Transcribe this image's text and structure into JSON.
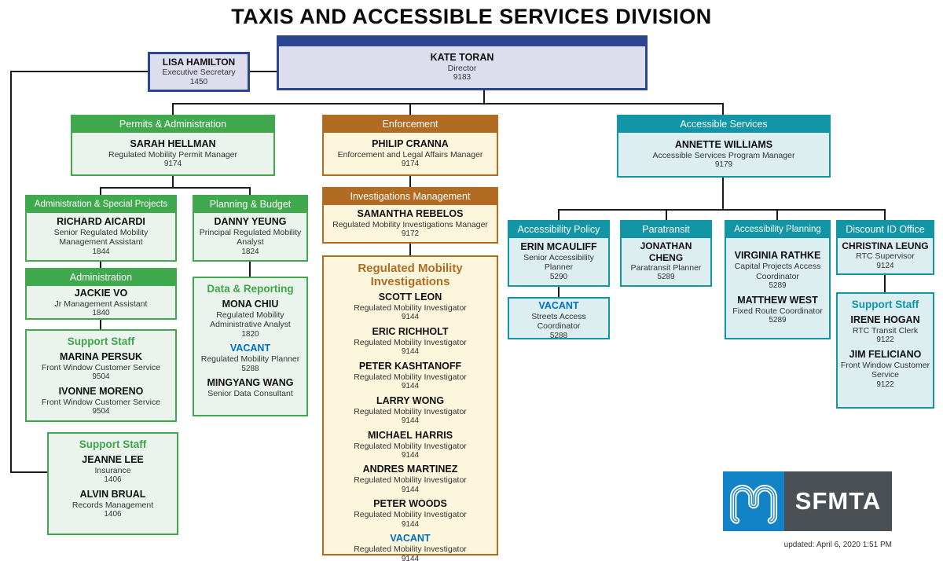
{
  "title": "TAXIS AND ACCESSIBLE SERVICES DIVISION",
  "updated": "updated: April 6, 2020 1:51 PM",
  "logo": {
    "brand": "SFMTA",
    "mark": "muni-m-logo"
  },
  "colors": {
    "navy": "#2B4590",
    "navy_fill": "#DCDEED",
    "green": "#41A94D",
    "green_fill": "#EBF4EC",
    "brown": "#B26B23",
    "brown_fill": "#FCF7DC",
    "teal": "#1295A5",
    "teal_fill": "#DCEEF0",
    "vacant_blue": "#0070C0",
    "logo_blue": "#1283C6",
    "logo_gray": "#4B5055"
  },
  "boxes": {
    "director": {
      "name": "KATE TORAN",
      "role": "Director",
      "ext": "9183"
    },
    "exec_secretary": {
      "name": "LISA HAMILTON",
      "role": "Executive Secretary",
      "ext": "1450"
    },
    "permits": {
      "header": "Permits & Administration",
      "name": "SARAH HELLMAN",
      "role": "Regulated Mobility Permit Manager",
      "ext": "9174"
    },
    "enforcement": {
      "header": "Enforcement",
      "name": "PHILIP CRANNA",
      "role": "Enforcement and Legal Affairs Manager",
      "ext": "9174"
    },
    "accessible_services": {
      "header": "Accessible Services",
      "name": "ANNETTE WILLIAMS",
      "role": "Accessible Services Program Manager",
      "ext": "9179"
    },
    "admin_special": {
      "header": "Administration & Special Projects",
      "name": "RICHARD AICARDI",
      "role": "Senior Regulated Mobility Management Assistant",
      "ext": "1844"
    },
    "planning_budget": {
      "header": "Planning & Budget",
      "name": "DANNY YEUNG",
      "role": "Principal Regulated Mobility Analyst",
      "ext": "1824"
    },
    "administration": {
      "header": "Administration",
      "name": "JACKIE VO",
      "role": "Jr Management Assistant",
      "ext": "1840"
    },
    "support_staff_admin": {
      "title": "Support Staff",
      "people": [
        {
          "name": "MARINA PERSUK",
          "role": "Front Window Customer Service",
          "ext": "9504"
        },
        {
          "name": "IVONNE MORENO",
          "role": "Front Window Customer Service",
          "ext": "9504"
        }
      ]
    },
    "data_reporting": {
      "title": "Data & Reporting",
      "people": [
        {
          "name": "MONA CHIU",
          "role": "Regulated Mobility Administrative Analyst",
          "ext": "1820"
        },
        {
          "name": "VACANT",
          "role": "Regulated Mobility  Planner",
          "ext": "5288"
        },
        {
          "name": "MINGYANG WANG",
          "role": "Senior Data Consultant",
          "ext": ""
        }
      ]
    },
    "support_staff_left": {
      "title": "Support Staff",
      "people": [
        {
          "name": "JEANNE LEE",
          "role": "Insurance",
          "ext": "1406"
        },
        {
          "name": "ALVIN BRUAL",
          "role": "Records Management",
          "ext": "1406"
        }
      ]
    },
    "investigations_mgmt": {
      "header": "Investigations Management",
      "name": "SAMANTHA REBELOS",
      "role": "Regulated Mobility Investigations Manager",
      "ext": "9172"
    },
    "investigations": {
      "title": "Regulated Mobility Investigations",
      "people": [
        {
          "name": "SCOTT LEON",
          "role": "Regulated Mobility Investigator",
          "ext": "9144"
        },
        {
          "name": "ERIC RICHHOLT",
          "role": "Regulated Mobility Investigator",
          "ext": "9144"
        },
        {
          "name": "PETER KASHTANOFF",
          "role": "Regulated Mobility Investigator",
          "ext": "9144"
        },
        {
          "name": "LARRY WONG",
          "role": "Regulated Mobility Investigator",
          "ext": "9144"
        },
        {
          "name": "MICHAEL HARRIS",
          "role": "Regulated Mobility Investigator",
          "ext": "9144"
        },
        {
          "name": "ANDRES MARTINEZ",
          "role": "Regulated Mobility Investigator",
          "ext": "9144"
        },
        {
          "name": "PETER WOODS",
          "role": "Regulated Mobility Investigator",
          "ext": "9144"
        },
        {
          "name": "VACANT",
          "role": "Regulated Mobility Investigator",
          "ext": "9144"
        }
      ]
    },
    "accessibility_policy": {
      "header": "Accessibility Policy",
      "name": "ERIN MCAULIFF",
      "role": "Senior Accessibility Planner",
      "ext": "5290"
    },
    "streets_access_vacant": {
      "name": "VACANT",
      "role": "Streets Access Coordinator",
      "ext": "5288"
    },
    "paratransit": {
      "header": "Paratransit",
      "name": "JONATHAN CHENG",
      "role": "Paratransit Planner",
      "ext": "5289"
    },
    "accessibility_planning": {
      "header": "Accessibility Planning",
      "people": [
        {
          "name": "VIRGINIA RATHKE",
          "role": "Capital Projects Access Coordinator",
          "ext": "5289"
        },
        {
          "name": "MATTHEW WEST",
          "role": "Fixed Route Coordinator",
          "ext": "5289"
        }
      ]
    },
    "discount_id": {
      "header": "Discount ID Office",
      "name": "CHRISTINA LEUNG",
      "role": "RTC Supervisor",
      "ext": "9124"
    },
    "support_staff_rtc": {
      "title": "Support Staff",
      "people": [
        {
          "name": "IRENE HOGAN",
          "role": "RTC Transit Clerk",
          "ext": "9122"
        },
        {
          "name": "JIM FELICIANO",
          "role": "Front Window Customer Service",
          "ext": "9122"
        }
      ]
    }
  }
}
